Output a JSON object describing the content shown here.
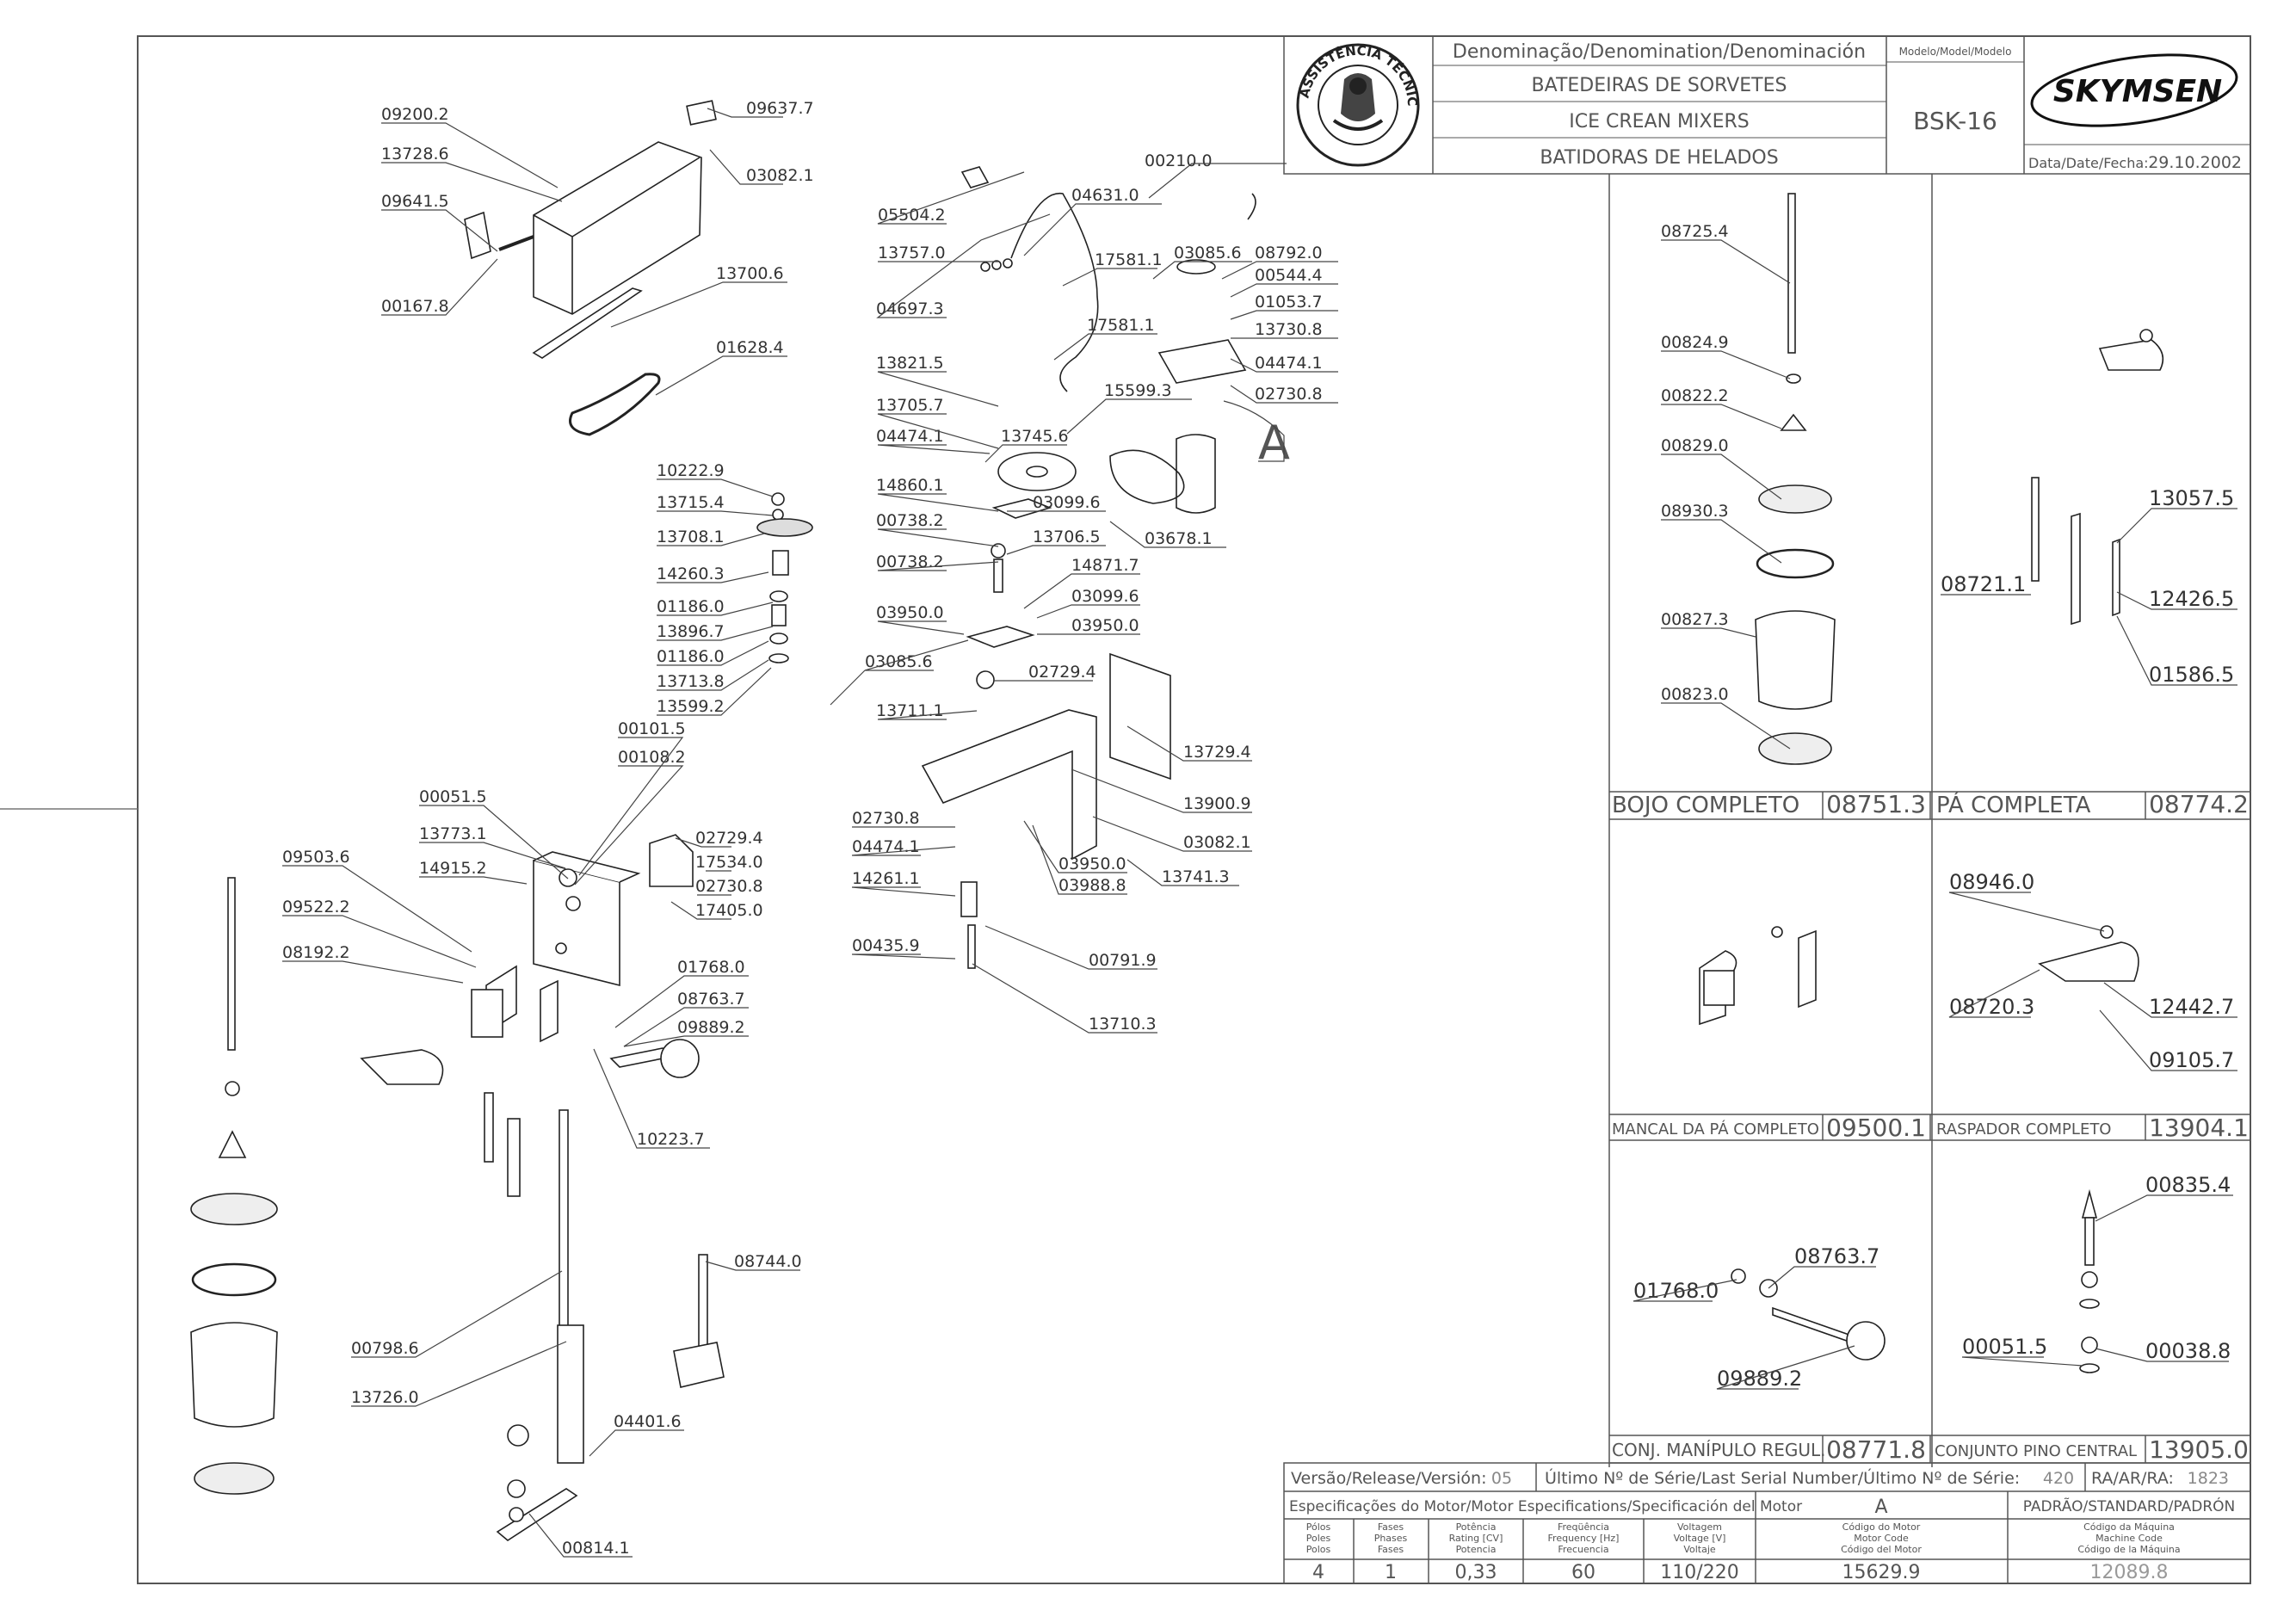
{
  "title_block": {
    "denomination_label": "Denominação/Denomination/Denominación",
    "model_label": "Modelo/Model/Modelo",
    "name_pt": "BATEDEIRAS DE SORVETES",
    "name_en": "ICE CREAN MIXERS",
    "name_es": "BATIDORAS DE HELADOS",
    "model": "BSK-16",
    "brand": "SKYMSEN",
    "date_label": "Data/Date/Fecha:",
    "date": "29.10.2002",
    "stamp_text": "ASSISTÊNCIA TÉCNICA AUTORIZADA"
  },
  "main_parts": [
    "09200.2",
    "09637.7",
    "13728.6",
    "03082.1",
    "09641.5",
    "00167.8",
    "13700.6",
    "01628.4",
    "10222.9",
    "13715.4",
    "13708.1",
    "14260.3",
    "01186.0",
    "13896.7",
    "01186.0",
    "13713.8",
    "13599.2",
    "00101.5",
    "00108.2",
    "00051.5",
    "13773.1",
    "14915.2",
    "09503.6",
    "09522.2",
    "08192.2",
    "02729.4",
    "17534.0",
    "02730.8",
    "17405.0",
    "01768.0",
    "08763.7",
    "09889.2",
    "10223.7",
    "00798.6",
    "13726.0",
    "08744.0",
    "04401.6",
    "00814.1",
    "05504.2",
    "04631.0",
    "13757.0",
    "04697.3",
    "00210.0",
    "17581.1",
    "17581.1",
    "03085.6",
    "08792.0",
    "00544.4",
    "01053.7",
    "13730.8",
    "04474.1",
    "02730.8",
    "13821.5",
    "13705.7",
    "04474.1",
    "15599.3",
    "13745.6",
    "14860.1",
    "03099.6",
    "03678.1",
    "00738.2",
    "13706.5",
    "00738.2",
    "14871.7",
    "03099.6",
    "03950.0",
    "03950.0",
    "03085.6",
    "02729.4",
    "13711.1",
    "13729.4",
    "02730.8",
    "13900.9",
    "04474.1",
    "03082.1",
    "03950.0",
    "03988.8",
    "13741.3",
    "14261.1",
    "00435.9",
    "00791.9",
    "13710.3"
  ],
  "motor_marker": "A",
  "subassemblies": {
    "bowl": {
      "parts": [
        "08725.4",
        "00824.9",
        "00822.2",
        "00829.0",
        "08930.3",
        "00827.3",
        "00823.0"
      ],
      "name": "BOJO COMPLETO",
      "code": "08751.3"
    },
    "paddle": {
      "parts": [
        "13057.5",
        "08721.1",
        "12426.5",
        "01586.5"
      ],
      "name": "PÁ COMPLETA",
      "code": "08774.2"
    },
    "bearing": {
      "name": "MANCAL DA PÁ COMPLETO",
      "code": "09500.1"
    },
    "scraper": {
      "parts": [
        "08946.0",
        "08720.3",
        "12442.7",
        "09105.7"
      ],
      "name": "RASPADOR COMPLETO",
      "code": "13904.1"
    },
    "handle": {
      "parts": [
        "01768.0",
        "08763.7",
        "09889.2"
      ],
      "name": "CONJ. MANÍPULO REGUL.",
      "code": "08771.8"
    },
    "pin": {
      "parts": [
        "00835.4",
        "00051.5",
        "00038.8"
      ],
      "name": "CONJUNTO PINO CENTRAL",
      "code": "13905.0"
    }
  },
  "release_row": {
    "version_label": "Versão/Release/Versión:",
    "version": "05",
    "serial_label": "Último Nº de Série/Last Serial Number/Último Nº de Série:",
    "serial": "420",
    "ra_label": "RA/AR/RA:",
    "ra": "1823"
  },
  "motor_spec": {
    "header": "Especificações do Motor/Motor Especifications/Specificación del Motor",
    "marker": "A",
    "standard": "PADRÃO/STANDARD/PADRÓN",
    "columns": [
      {
        "l1": "Pólos",
        "l2": "Poles",
        "l3": "Polos",
        "value": "4"
      },
      {
        "l1": "Fases",
        "l2": "Phases",
        "l3": "Fases",
        "value": "1"
      },
      {
        "l1": "Potência",
        "l2": "Rating [CV]",
        "l3": "Potencia",
        "value": "0,33"
      },
      {
        "l1": "Freqüência",
        "l2": "Frequency [Hz]",
        "l3": "Frecuencia",
        "value": "60"
      },
      {
        "l1": "Voltagem",
        "l2": "Voltage [V]",
        "l3": "Voltaje",
        "value": "110/220"
      },
      {
        "l1": "Código do Motor",
        "l2": "Motor Code",
        "l3": "Código del Motor",
        "value": "15629.9"
      },
      {
        "l1": "Código da Máquina",
        "l2": "Machine Code",
        "l3": "Código de la Máquina",
        "value": "12089.8"
      }
    ]
  }
}
